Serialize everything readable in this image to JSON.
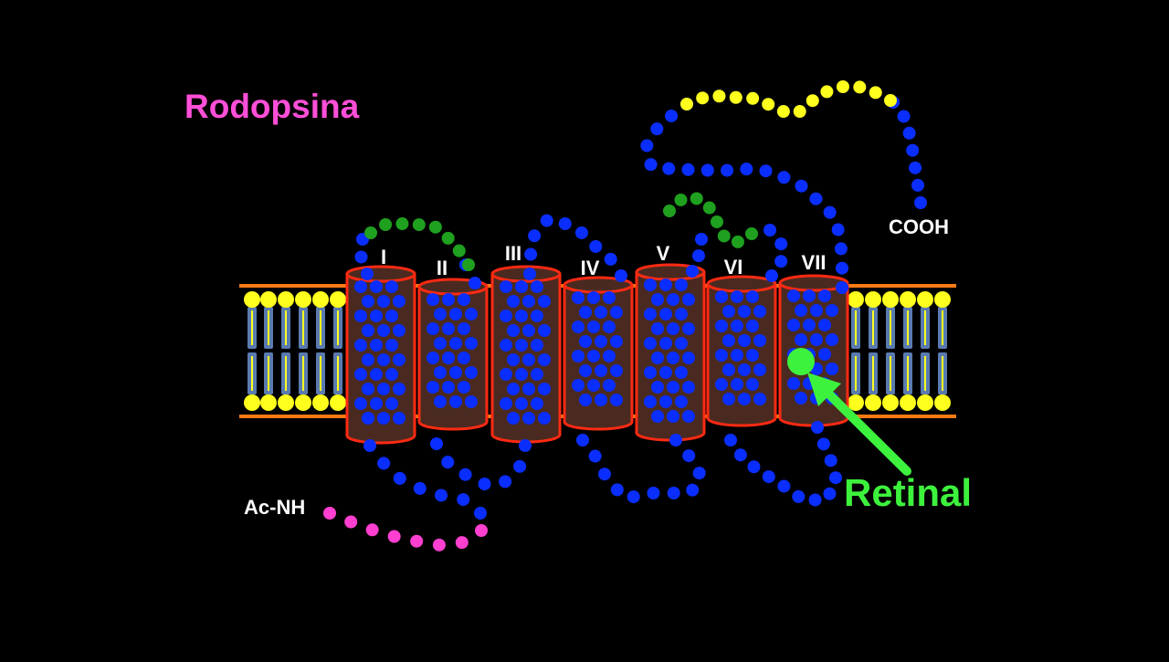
{
  "title": "Rodopsina",
  "helix_labels": [
    "I",
    "II",
    "III",
    "IV",
    "V",
    "VI",
    "VII"
  ],
  "n_terminus_label": "Ac-NH",
  "c_terminus_label": "COOH",
  "retinal_label": "Retinal",
  "colors": {
    "background": "#000000",
    "title": "#ff4fd8",
    "labels": "#ffffff",
    "retinal": "#3df23d",
    "residue": "#0a2eff",
    "n_terminal_residue": "#ff3fd0",
    "c_terminal_residue": "#ffff1e",
    "glycosylation_residue": "#1fa01f",
    "helix_fill": "#4a2a20",
    "helix_outline": "#ff2a12",
    "membrane_line": "#ff7a12",
    "lipid_head": "#ffff1e",
    "lipid_tail": "#5a7bb0"
  },
  "helix_count": 7
}
